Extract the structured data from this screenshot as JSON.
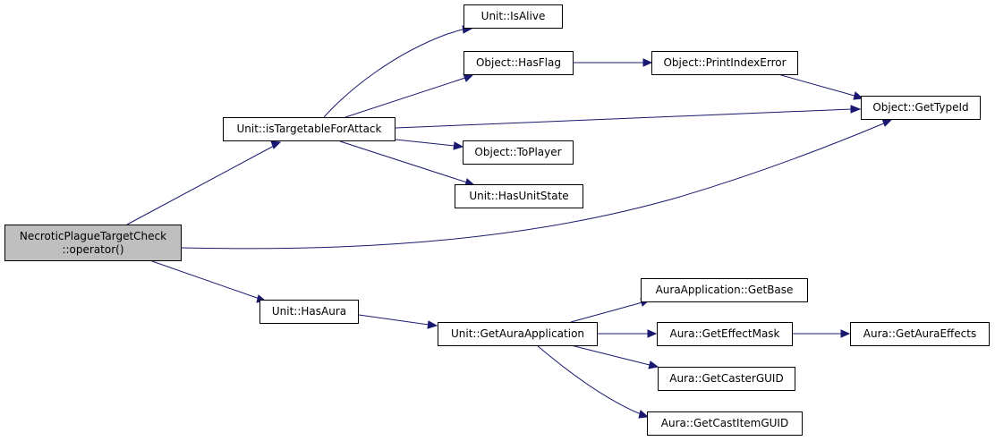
{
  "colors": {
    "edge": "#191970",
    "root_fill": "#bfbfbf",
    "node_fill": "#ffffff",
    "border": "#000000"
  },
  "nodes": {
    "root_line1": "NecroticPlagueTargetCheck",
    "root_line2": "::operator()",
    "is_targetable": "Unit::isTargetableForAttack",
    "is_alive": "Unit::IsAlive",
    "has_flag": "Object::HasFlag",
    "print_index_error": "Object::PrintIndexError",
    "get_type_id": "Object::GetTypeId",
    "to_player": "Object::ToPlayer",
    "has_unit_state": "Unit::HasUnitState",
    "has_aura": "Unit::HasAura",
    "get_aura_application": "Unit::GetAuraApplication",
    "get_base": "AuraApplication::GetBase",
    "get_effect_mask": "Aura::GetEffectMask",
    "get_aura_effects": "Aura::GetAuraEffects",
    "get_caster_guid": "Aura::GetCasterGUID",
    "get_cast_item_guid": "Aura::GetCastItemGUID"
  }
}
